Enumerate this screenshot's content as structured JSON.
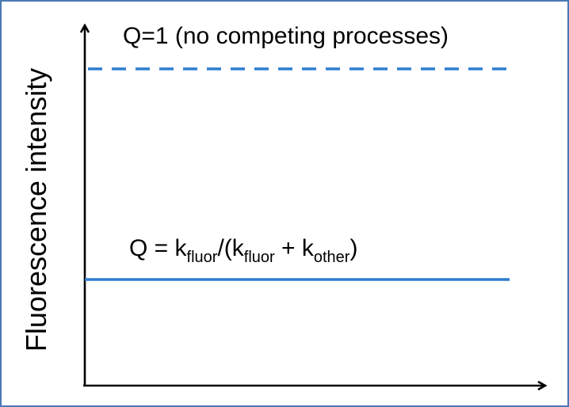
{
  "diagram": {
    "y_axis_label": "Fluorescence intensity",
    "upper_label": "Q=1 (no competing processes)",
    "lower_label": {
      "prefix": "Q = k",
      "sub_fluor_1": "fluor",
      "mid_1": "/(k",
      "sub_fluor_2": "fluor",
      "mid_2": " + k",
      "sub_other": "other",
      "suffix": ")"
    },
    "colors": {
      "line": "#2e7dd1",
      "frame": "#4a78b5",
      "axes": "#000000"
    }
  }
}
